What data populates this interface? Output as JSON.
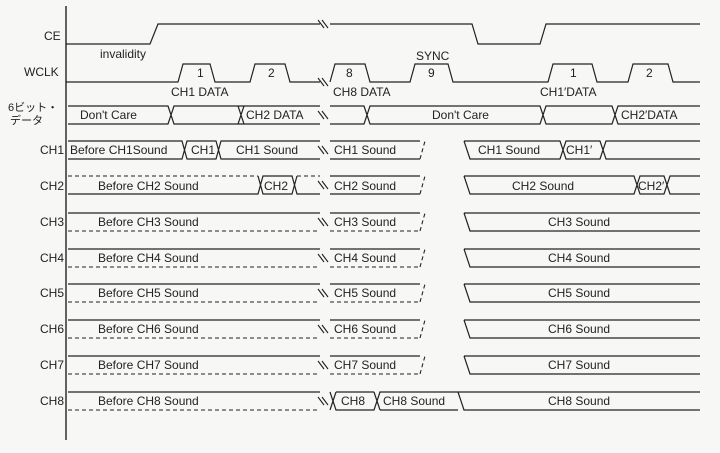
{
  "signals": {
    "ce": "CE",
    "wclk": "WCLK",
    "data6_line1": "6ビット・",
    "data6_line2": "データ",
    "ch1": "CH1",
    "ch2": "CH2",
    "ch3": "CH3",
    "ch4": "CH4",
    "ch5": "CH5",
    "ch6": "CH6",
    "ch7": "CH7",
    "ch8": "CH8"
  },
  "annotations": {
    "invalidity": "invalidity",
    "sync": "SYNC",
    "clk_1": "1",
    "clk_2": "2",
    "clk_8": "8",
    "clk_9": "9",
    "clk_1b": "1",
    "clk_2b": "2",
    "ch1_data": "CH1 DATA",
    "ch8_data": "CH8 DATA",
    "ch1p_data": "CH1′DATA"
  },
  "data_row": {
    "dont_care_1": "Don't Care",
    "ch2_data": "CH2 DATA",
    "dont_care_2": "Don't Care",
    "ch2p_data": "CH2′DATA"
  },
  "channels": {
    "ch1": {
      "before": "Before CH1Sound",
      "short": "CH1",
      "sound_a": "CH1 Sound",
      "sound_b": "CH1 Sound",
      "sound_c": "CH1 Sound",
      "prime": "CH1′"
    },
    "ch2": {
      "before": "Before CH2 Sound",
      "short": "CH2",
      "sound_b": "CH2 Sound",
      "sound_c": "CH2 Sound",
      "prime": "CH2′"
    },
    "ch3": {
      "before": "Before CH3 Sound",
      "sound_b": "CH3 Sound",
      "sound_c": "CH3 Sound"
    },
    "ch4": {
      "before": "Before CH4 Sound",
      "sound_b": "CH4 Sound",
      "sound_c": "CH4 Sound"
    },
    "ch5": {
      "before": "Before CH5 Sound",
      "sound_b": "CH5 Sound",
      "sound_c": "CH5 Sound"
    },
    "ch6": {
      "before": "Before CH6 Sound",
      "sound_b": "CH6 Sound",
      "sound_c": "CH6 Sound"
    },
    "ch7": {
      "before": "Before CH7 Sound",
      "sound_b": "CH7 Sound",
      "sound_c": "CH7 Sound"
    },
    "ch8": {
      "before": "Before CH8 Sound",
      "short": "CH8",
      "sound_b": "CH8 Sound",
      "sound_c": "CH8 Sound"
    }
  }
}
